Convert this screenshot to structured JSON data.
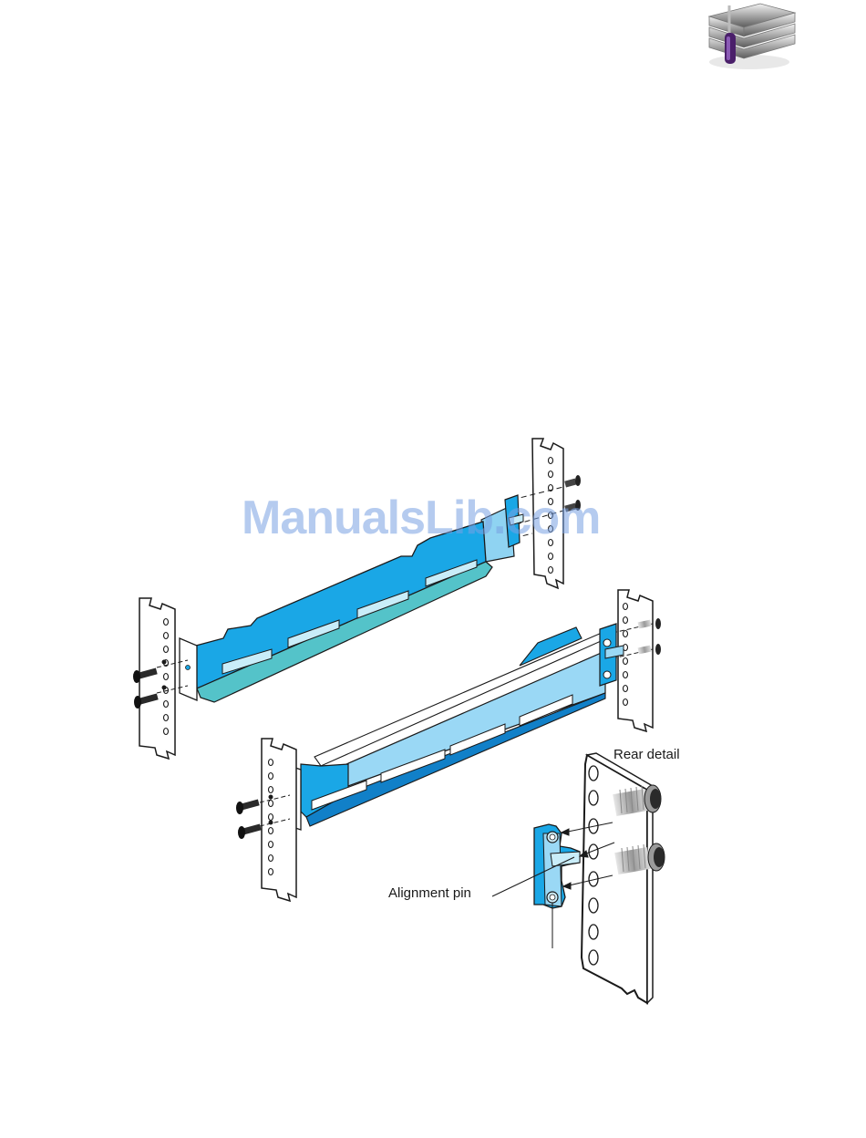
{
  "diagram": {
    "labels": {
      "rear_detail": "Rear detail",
      "alignment_pin": "Alignment pin"
    }
  },
  "watermark": {
    "text": "ManualsLib.com"
  },
  "colors": {
    "rail_blue": "#1aa7e6",
    "rail_dark": "#1180c8",
    "rail_light": "#9ad8f5",
    "rail_teal": "#54c3c9",
    "slot": "#c9edf9",
    "post_fill": "#ffffff",
    "ink": "#1a1a1a"
  },
  "icons": {
    "corner": "server-stack-screwdriver-icon"
  }
}
